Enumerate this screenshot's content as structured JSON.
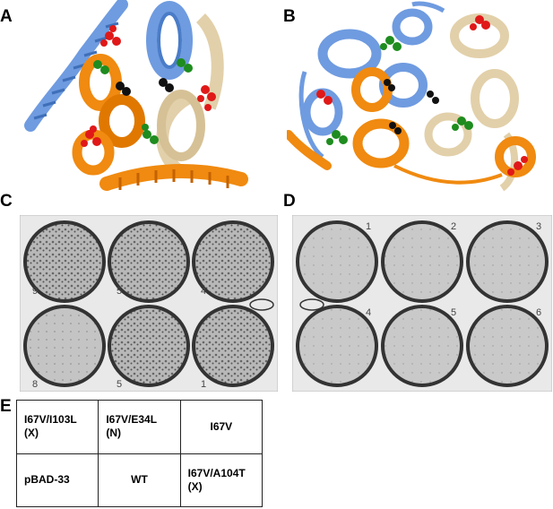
{
  "panels": {
    "a": "A",
    "b": "B",
    "c": "C",
    "d": "D",
    "e": "E"
  },
  "plates_c": {
    "labels": [
      "9",
      "5",
      "4",
      "8",
      "5",
      "1"
    ]
  },
  "plates_d": {
    "labels": [
      "1",
      "2",
      "3",
      "4",
      "5",
      "6"
    ]
  },
  "table": {
    "rows": [
      [
        {
          "line1": "I67V/I103L",
          "line2": "(X)"
        },
        {
          "line1": "I67V/E34L",
          "line2": "(N)"
        },
        {
          "line1": "I67V",
          "line2": ""
        }
      ],
      [
        {
          "line1": "pBAD-33",
          "line2": ""
        },
        {
          "line1": "WT",
          "line2": ""
        },
        {
          "line1": "I67V/A104T",
          "line2": "(X)"
        }
      ]
    ]
  },
  "colors": {
    "helix_blue": "#6f9be0",
    "helix_orange": "#f08a10",
    "helix_tan": "#e2d0aa",
    "atom_red": "#e01818",
    "atom_green": "#1e8c1e",
    "atom_black": "#111111"
  }
}
